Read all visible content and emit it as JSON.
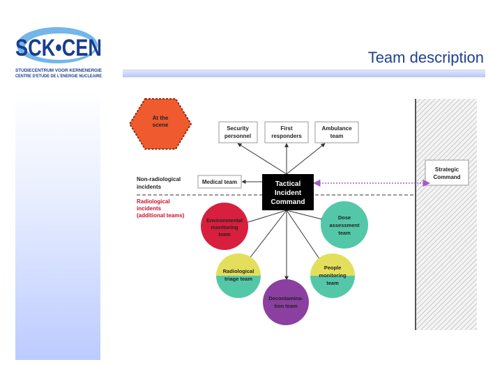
{
  "header": {
    "title": "Team description",
    "logo": {
      "wordmark": "SCK•CEN",
      "line1": "STUDIECENTRUM VOOR KERNENERGIE",
      "line2": "CENTRE D'ETUDE DE L'ENERGIE NUCLEAIRE"
    }
  },
  "diagram": {
    "scene": [
      "At the",
      "scene"
    ],
    "center": [
      "Tactical",
      "Incident",
      "Command"
    ],
    "top_teams": [
      [
        "Security",
        "personnel"
      ],
      [
        "First",
        "responders"
      ],
      [
        "Ambulance",
        "team"
      ]
    ],
    "medical_team": "Medical team",
    "strategic": [
      "Strategic",
      "Command"
    ],
    "non_radiological": [
      "Non-radiological",
      "incidents"
    ],
    "radiological": [
      "Radiological",
      "incidents",
      "(additional teams)"
    ],
    "circles": [
      {
        "lines": [
          "Environmental",
          "monitoring",
          "team"
        ],
        "top": "#d81f3e",
        "bottom": "#d81f3e"
      },
      {
        "lines": [
          "Dose",
          "assessment",
          "team"
        ],
        "top": "#55c7a9",
        "bottom": "#55c7a9"
      },
      {
        "lines": [
          "Radiological",
          "triage team"
        ],
        "top": "#e3df5c",
        "bottom": "#55c7a9"
      },
      {
        "lines": [
          "People",
          "monitoring",
          "team"
        ],
        "top": "#e3df5c",
        "bottom": "#55c7a9"
      },
      {
        "lines": [
          "Decontamina-",
          "tion team"
        ],
        "top": "#8b3fa0",
        "bottom": "#8b3fa0"
      }
    ],
    "colors": {
      "scene_hex": "#ef5a2e",
      "center_box": "#000000",
      "arrow_purple": "#a45bc4",
      "radiological_label": "#c8102e"
    }
  }
}
